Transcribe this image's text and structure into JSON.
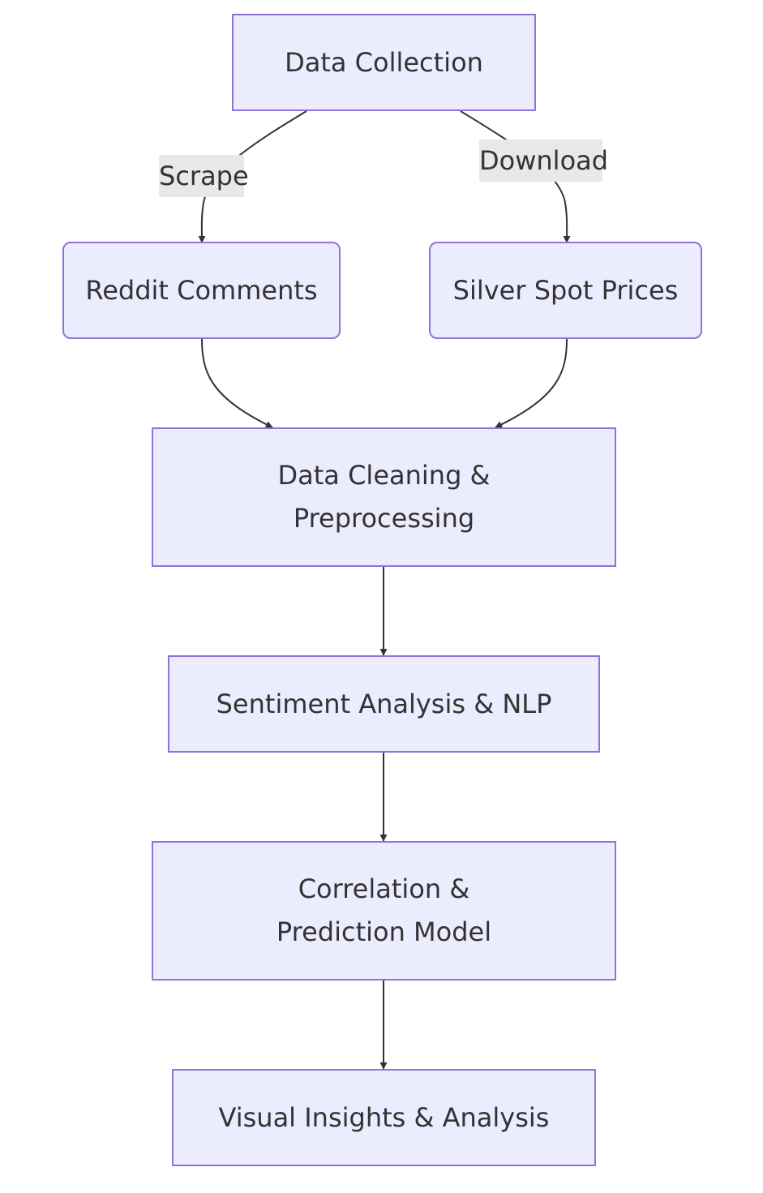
{
  "nodes": {
    "data_collection": "Data Collection",
    "reddit_comments": "Reddit Comments",
    "silver_spot_prices": "Silver Spot Prices",
    "data_cleaning": "Data Cleaning & Preprocessing",
    "sentiment_analysis": "Sentiment Analysis & NLP",
    "correlation_model": "Correlation & Prediction Model",
    "visual_insights": "Visual Insights & Analysis"
  },
  "edge_labels": {
    "scrape": "Scrape",
    "download": "Download"
  },
  "colors": {
    "node_fill": "#ECECFF",
    "node_border": "#9370DB",
    "edge": "#333333",
    "label_bg": "#e8e8e8",
    "text": "#333333"
  }
}
